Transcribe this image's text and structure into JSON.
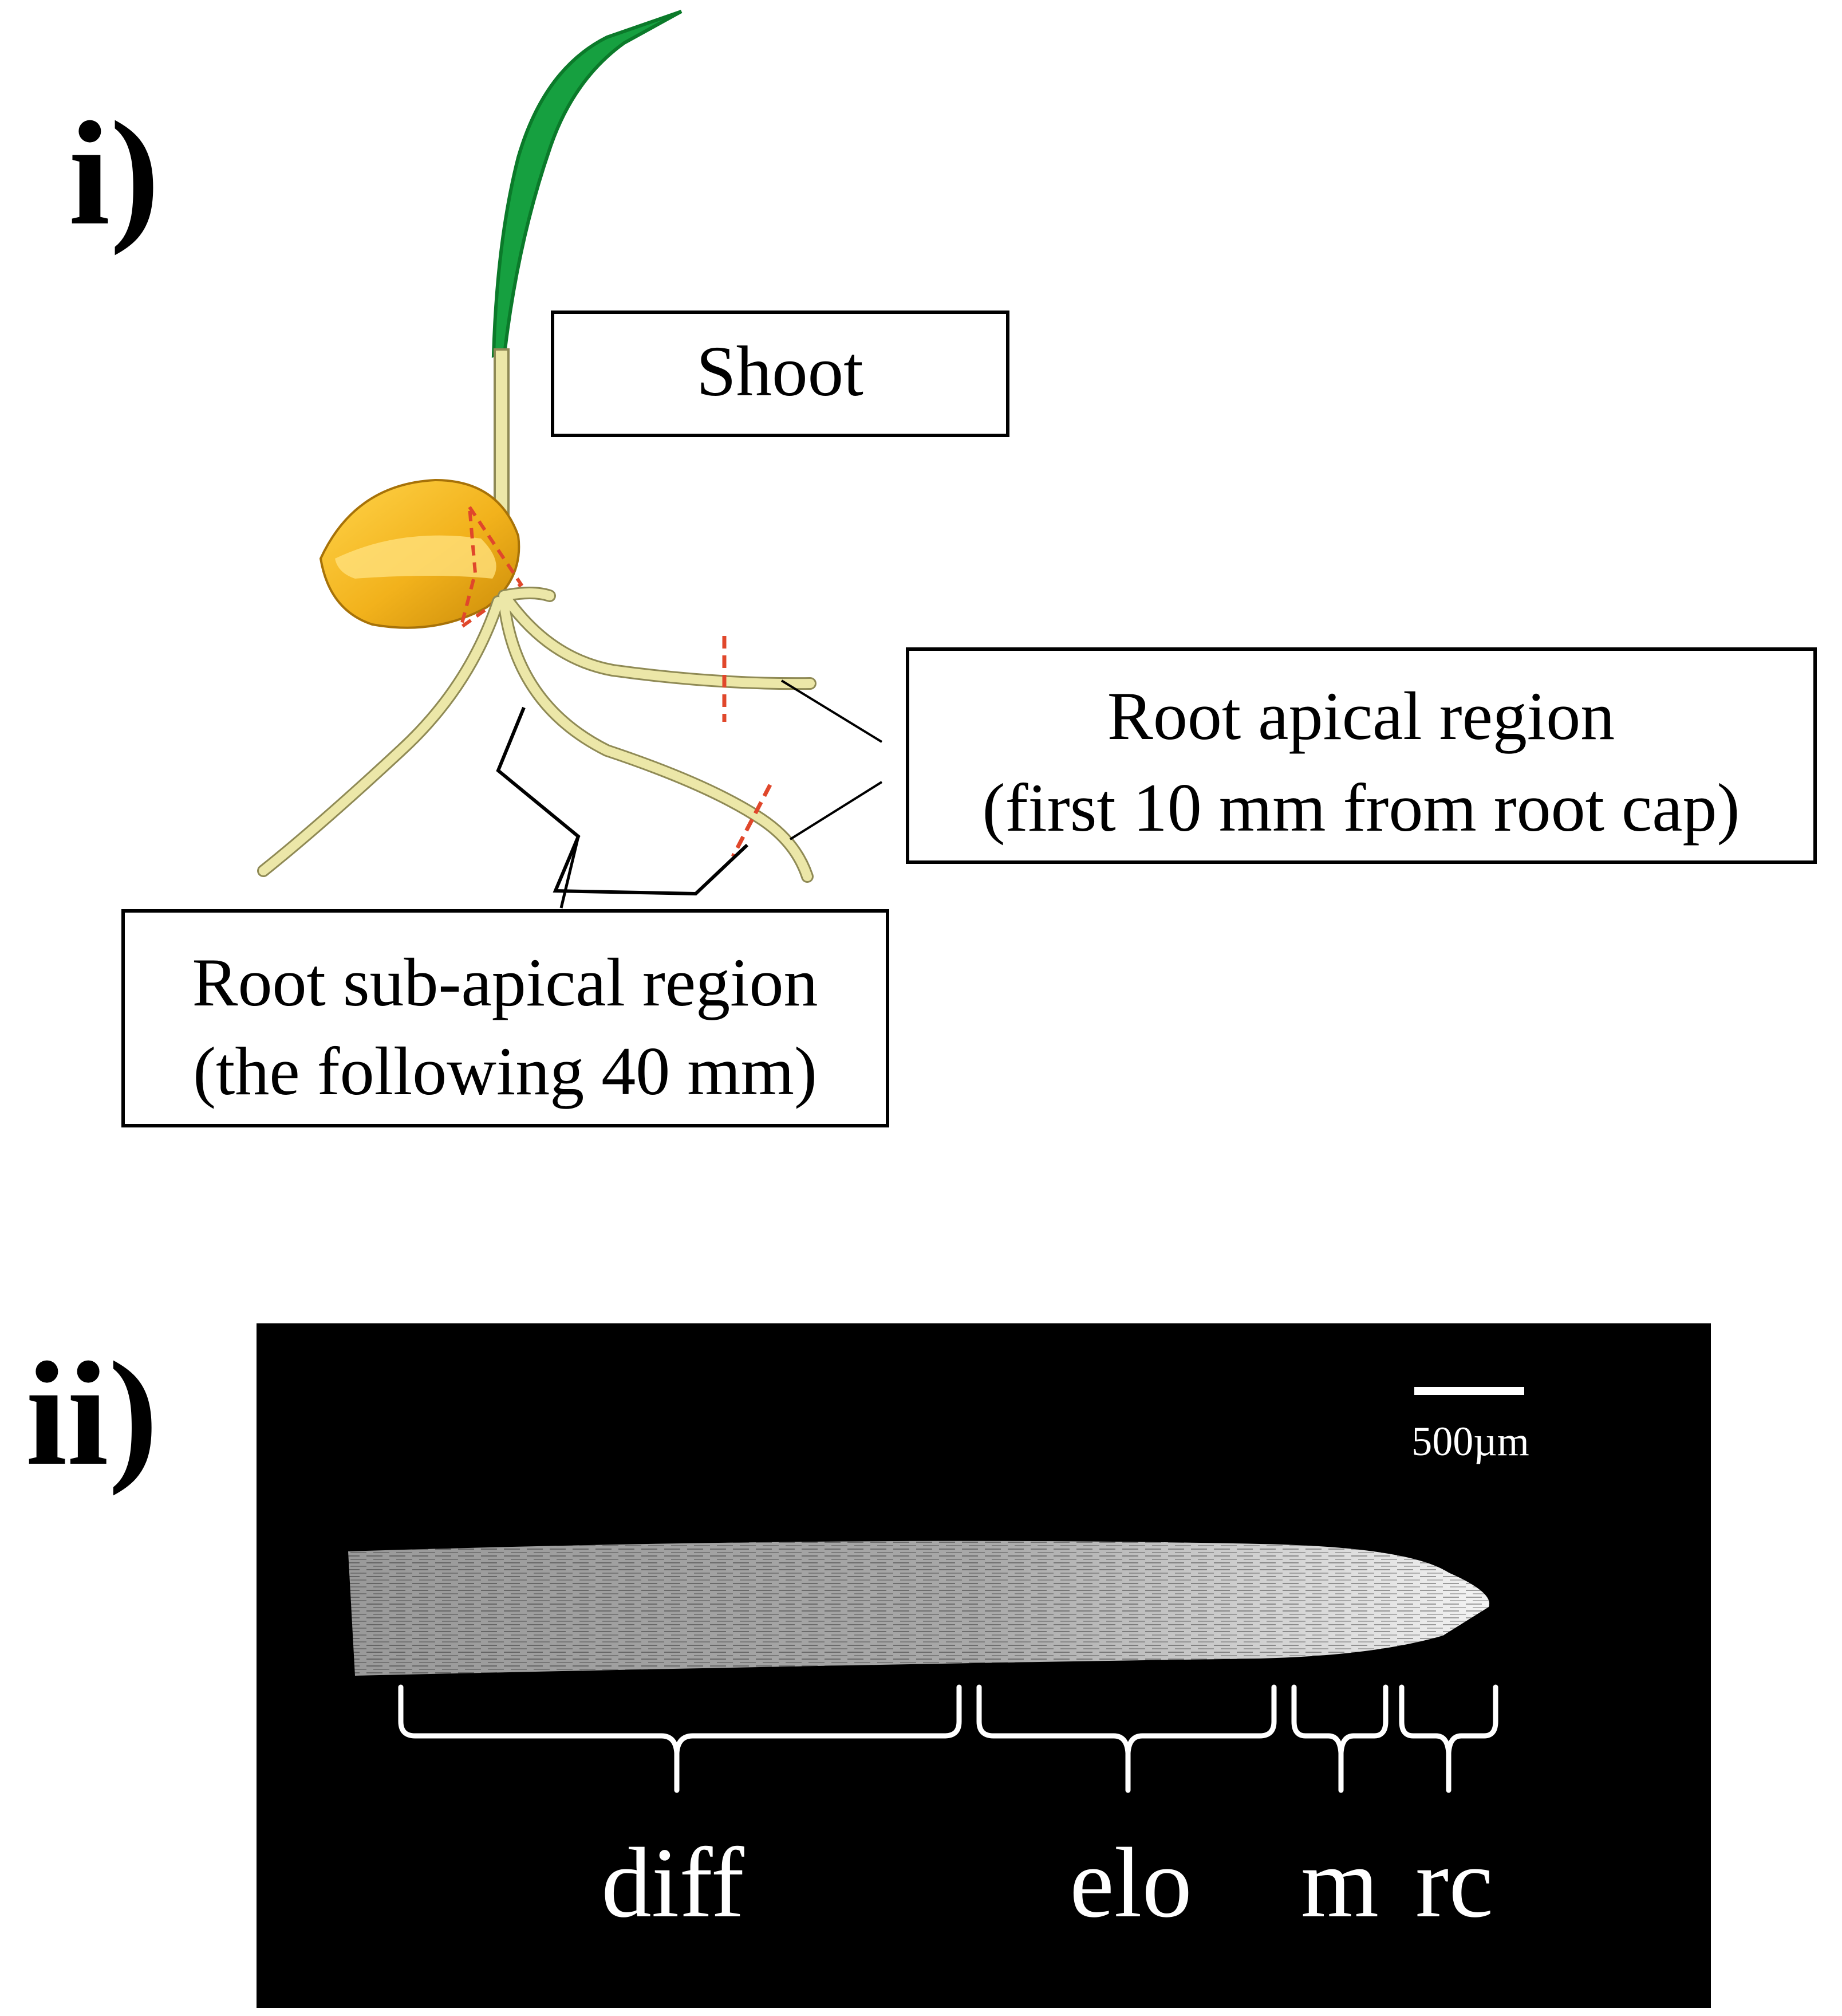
{
  "panels": {
    "panel_i": {
      "label": "i)",
      "shoot_label": "Shoot",
      "apical_label": {
        "line1": "Root apical region",
        "line2": "(first 10 mm from root cap)"
      },
      "subapical_label": {
        "line1": "Root sub-apical region",
        "line2": "(the following 40 mm)"
      }
    },
    "panel_ii": {
      "label": "ii)",
      "scale_bar": "500µm",
      "zones": [
        {
          "abbr": "diff"
        },
        {
          "abbr": "elo"
        },
        {
          "abbr": "m"
        },
        {
          "abbr": "rc"
        }
      ]
    }
  },
  "colors": {
    "leaf": "#16a040",
    "seed": "#f2b21c",
    "root": "#ece7a8",
    "cut_marker": "#e0472b",
    "micrograph_bg": "#000000",
    "annotation_white": "#ffffff"
  }
}
